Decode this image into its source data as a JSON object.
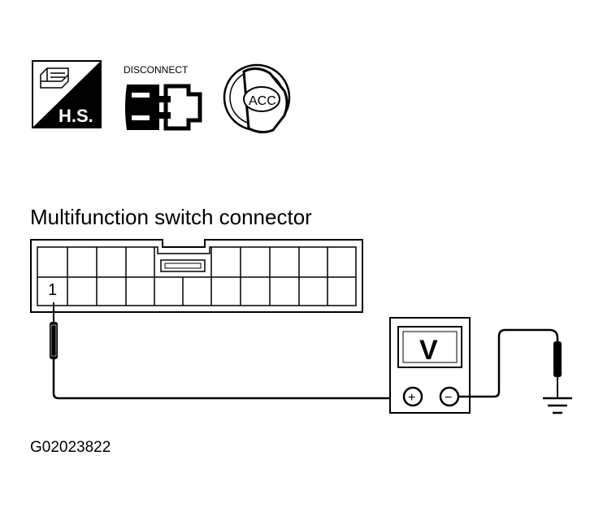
{
  "icons": {
    "hs": {
      "name": "harness-side-icon",
      "text": "H.S."
    },
    "disconnect": {
      "name": "disconnect-connector-icon",
      "text": "DISCONNECT"
    },
    "ignition": {
      "name": "ignition-key-acc-icon",
      "text": "ACC"
    }
  },
  "connector": {
    "title": "Multifunction switch connector",
    "terminal_label": "1"
  },
  "voltmeter": {
    "display": "V",
    "positive_symbol": "+",
    "negative_symbol": "−"
  },
  "figure_id": "G02023822"
}
